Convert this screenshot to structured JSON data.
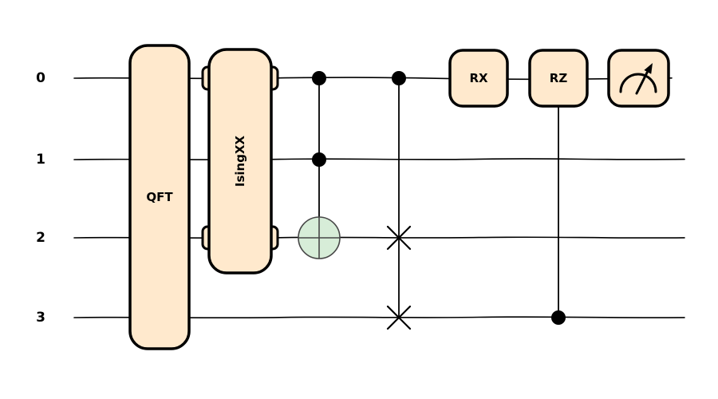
{
  "diagram_type": "quantum-circuit",
  "wires": [
    {
      "label": "0"
    },
    {
      "label": "1"
    },
    {
      "label": "2"
    },
    {
      "label": "3"
    }
  ],
  "gates": {
    "qft": {
      "label": "QFT",
      "wires": "0-3"
    },
    "isingxx": {
      "label": "IsingXX",
      "wires": "0,2"
    },
    "toffoli": {
      "controls": "0,1",
      "target": "2"
    },
    "cswap": {
      "control": "0",
      "swaps": "2,3"
    },
    "rx": {
      "label": "RX",
      "wire": "0"
    },
    "rz": {
      "label": "RZ",
      "wire": "0",
      "control": "3"
    },
    "measurement": {
      "wire": "0"
    }
  },
  "icons": {
    "control": "filled-dot",
    "swap": "x-cross",
    "toffoli_target": "circled-plus",
    "measurement": "gauge-with-arrow"
  },
  "colors": {
    "gate_fill": "#FFE9CD",
    "stroke": "#000000",
    "target_fill": "#D7EDD8",
    "target_stroke": "#474747",
    "background": "#FFFFFF"
  }
}
